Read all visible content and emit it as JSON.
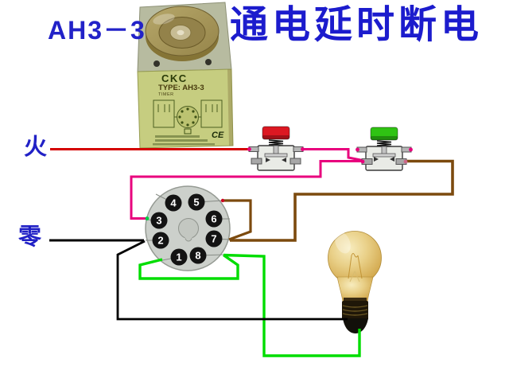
{
  "header": {
    "model": "AH3－3",
    "title": "通电延时断电"
  },
  "wiring_labels": {
    "live": "火",
    "neutral": "零"
  },
  "relay": {
    "brand": "CKC",
    "type_line": "TYPE: AH3-3",
    "timer_line": "TIMER",
    "ce_mark": "CE"
  },
  "socket": {
    "pins": [
      "1",
      "2",
      "3",
      "4",
      "5",
      "6",
      "7",
      "8"
    ]
  },
  "colors": {
    "live_wire": "#d40000",
    "button_link_wire": "#e8007d",
    "timer_contact_wire": "#7c4a0e",
    "lamp_wire": "#00dd00",
    "neutral_wire": "#000000",
    "stop_cap": "#dc1822",
    "start_cap": "#2fc313",
    "heading_blue": "#2020c8"
  }
}
